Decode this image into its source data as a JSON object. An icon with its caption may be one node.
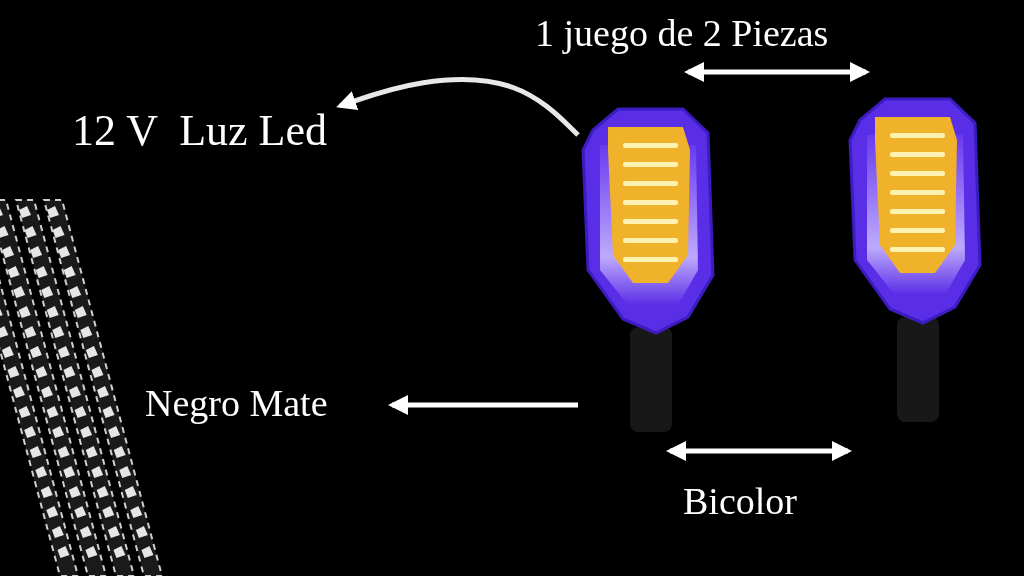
{
  "diagram": {
    "nodes": [
      {
        "text": [
          "12 V  Luz Led"
        ]
      },
      {
        "text": [],
        "shape": "picture"
      },
      {
        "text": [],
        "shape": "picture"
      },
      {
        "text": [
          "Negro Mate"
        ]
      }
    ],
    "edges": [
      {
        "from": 1,
        "to": 0,
        "arrow": "to"
      },
      {
        "from": 1,
        "to": 2,
        "arrow": "both",
        "label": "1 juego de 2 Piezas"
      },
      {
        "from": 1,
        "to": 3,
        "arrow": "to"
      },
      {
        "from": 1,
        "to": 2,
        "arrow": "both",
        "label": "Bicolor"
      }
    ]
  }
}
